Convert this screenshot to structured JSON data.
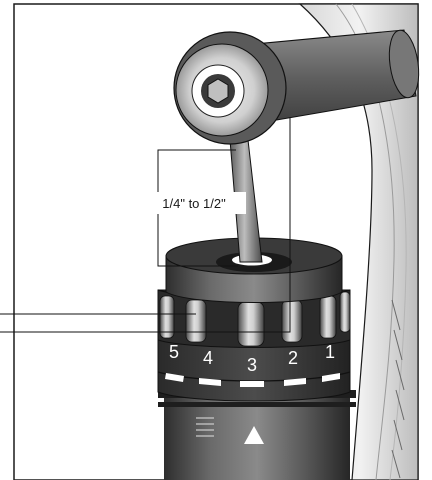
{
  "diagram": {
    "dimension_label": "1/4\" to 1/2\"",
    "dial_numbers": [
      "5",
      "4",
      "3",
      "2",
      "1"
    ]
  }
}
